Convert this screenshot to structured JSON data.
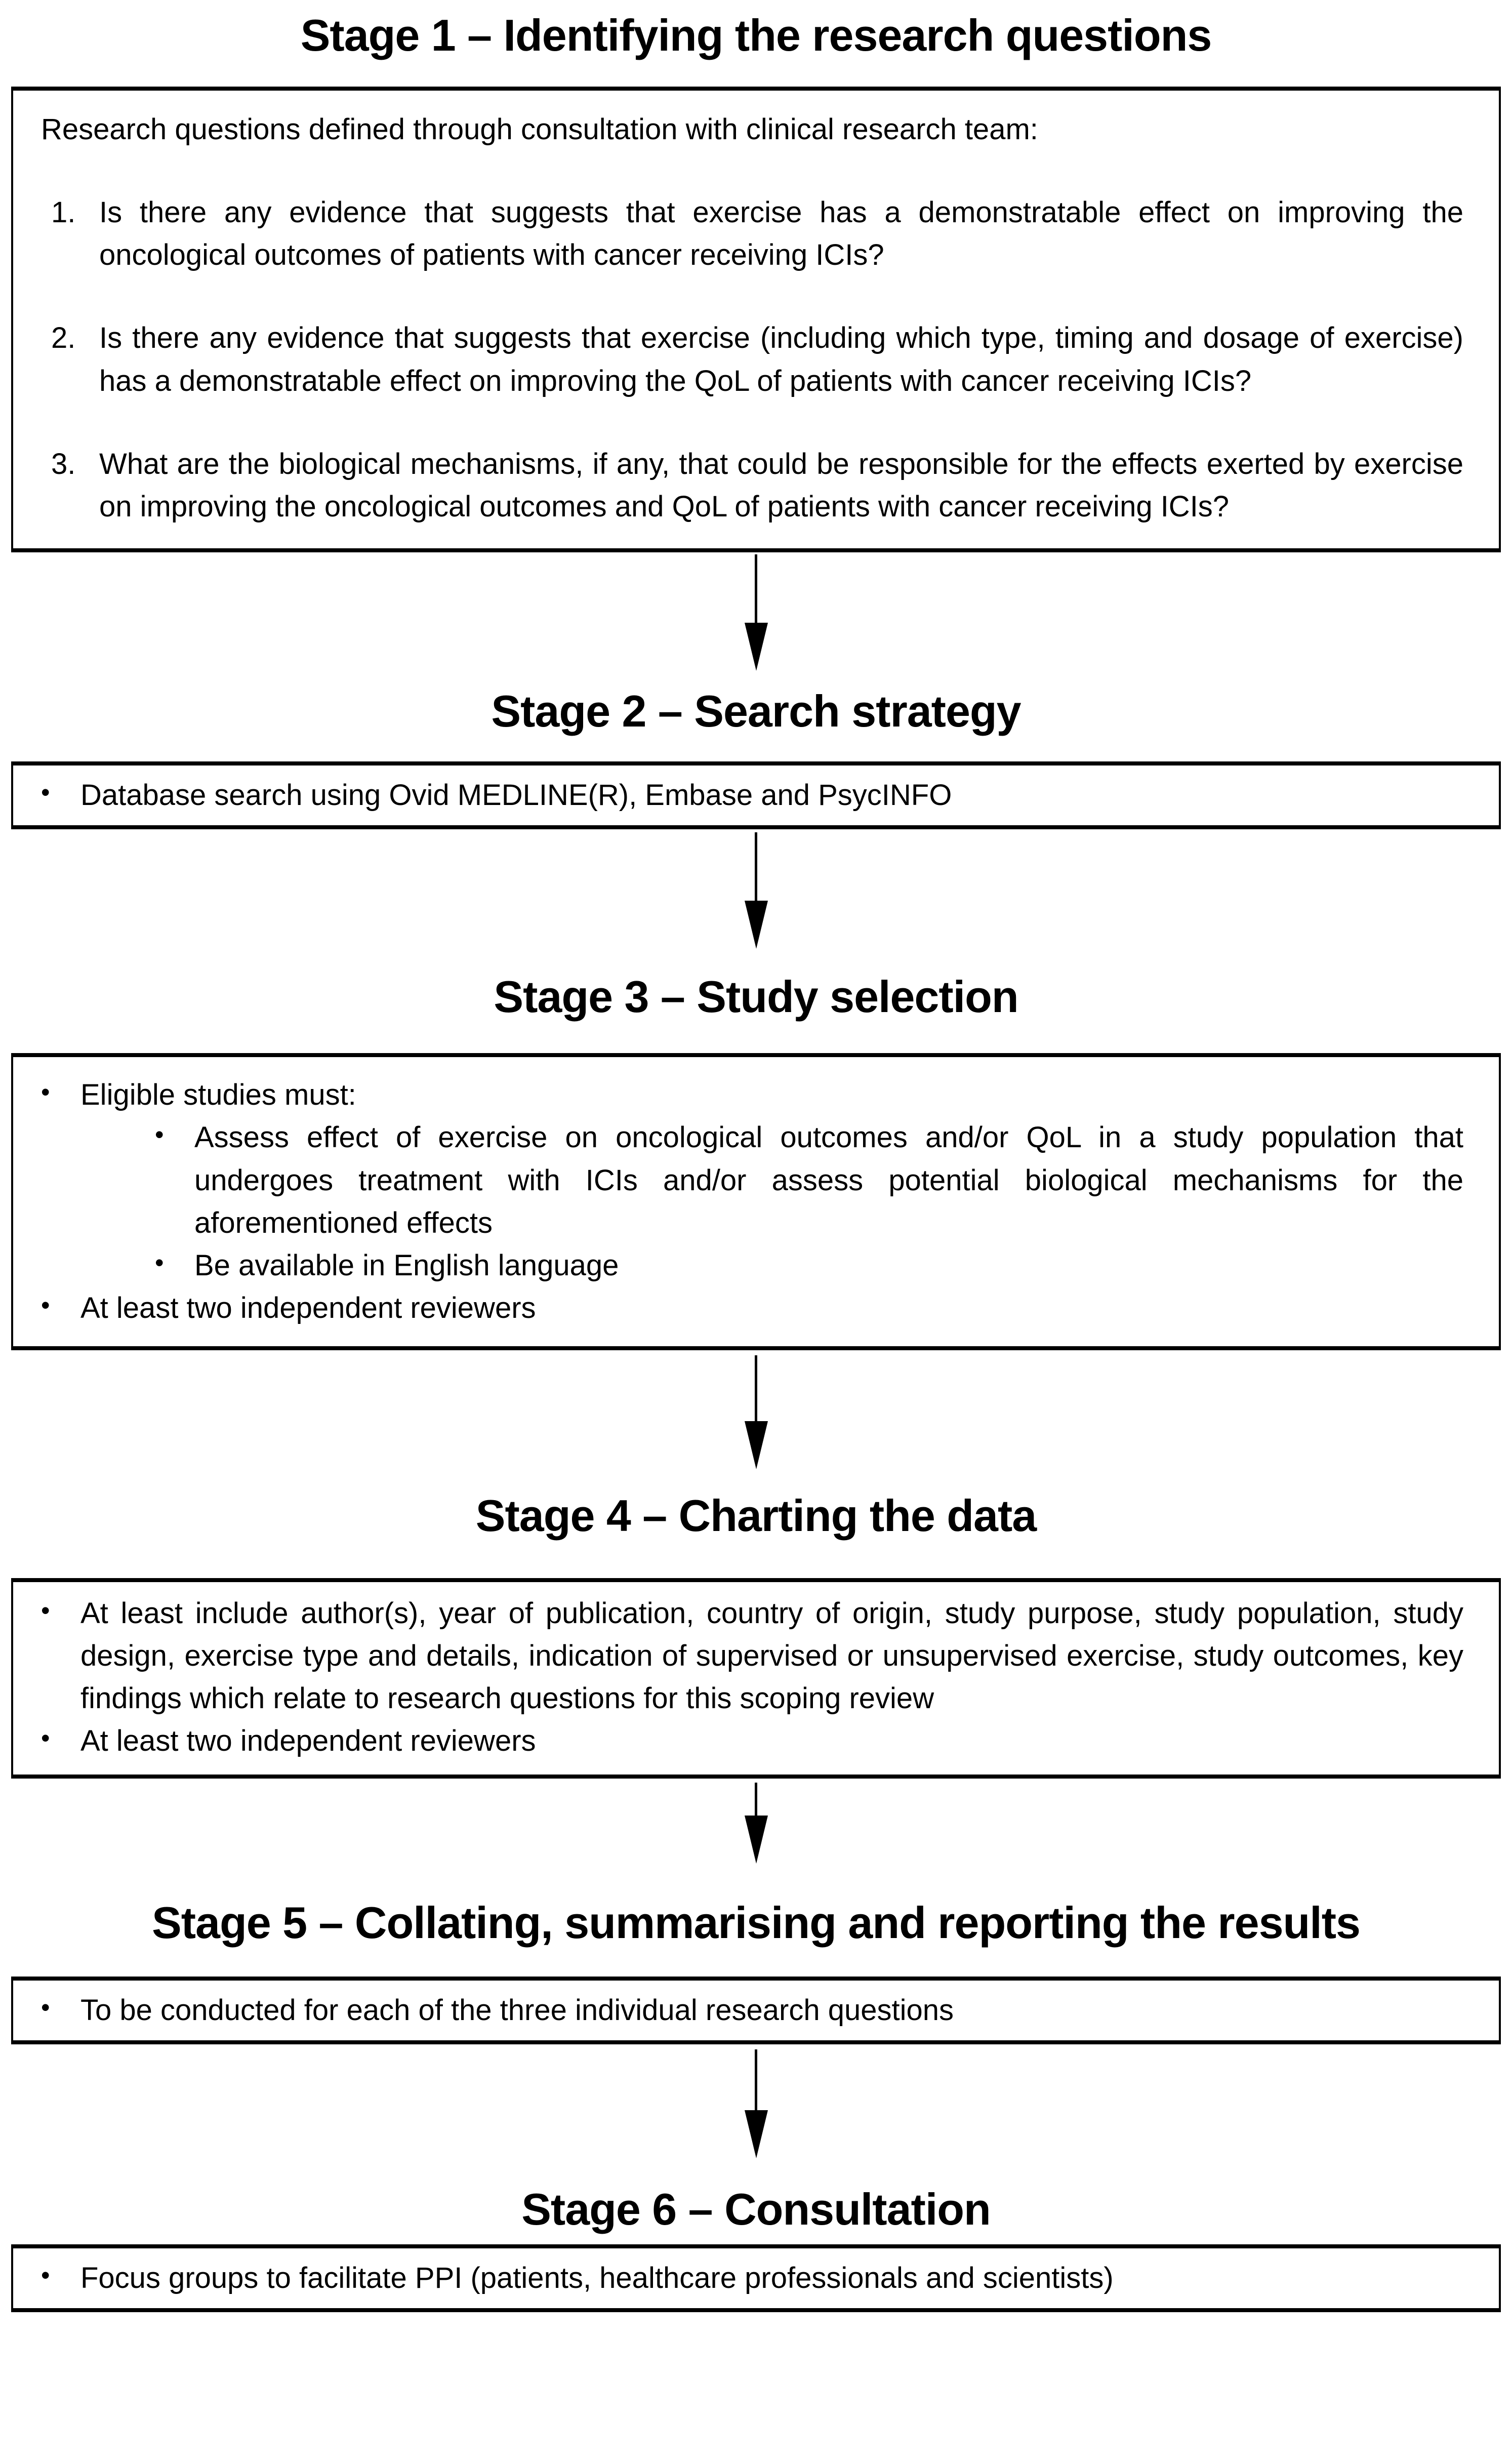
{
  "page": {
    "background": "#ffffff",
    "text_color": "#000000",
    "border_color": "#000000"
  },
  "glyphs": {
    "bullet": "•"
  },
  "stages": [
    {
      "title": "Stage 1 – Identifying the research questions",
      "box": {
        "intro": "Research questions defined through consultation with clinical research team:",
        "items": [
          {
            "marker": "1.",
            "text": "Is there any evidence that suggests that exercise has a demonstratable effect on improving the oncological outcomes of patients with cancer receiving ICIs?"
          },
          {
            "marker": "2.",
            "text": "Is there any evidence that suggests that exercise (including which type, timing and dosage of exercise) has a demonstratable effect on improving the QoL of patients with cancer receiving ICIs?"
          },
          {
            "marker": "3.",
            "text": "What are the biological mechanisms, if any, that could be responsible for the effects exerted by exercise on improving the oncological outcomes and QoL of patients with cancer receiving ICIs?"
          }
        ]
      }
    },
    {
      "title": "Stage 2 – Search strategy",
      "box": {
        "bullets": [
          {
            "text": "Database search using Ovid MEDLINE(R), Embase and PsycINFO"
          }
        ]
      }
    },
    {
      "title": "Stage 3 – Study selection",
      "box": {
        "bullets": [
          {
            "text": "Eligible studies must:",
            "sub_bullets": [
              {
                "text": "Assess effect of exercise on oncological outcomes and/or QoL in a study population that undergoes treatment with ICIs and/or assess potential biological mechanisms for the aforementioned effects"
              },
              {
                "text": "Be available in English language"
              }
            ]
          },
          {
            "text": "At least two independent reviewers"
          }
        ]
      }
    },
    {
      "title": "Stage 4 – Charting the data",
      "box": {
        "bullets": [
          {
            "text": "At least include author(s), year of publication, country of origin, study purpose, study population, study design, exercise type and details, indication of supervised or unsupervised exercise, study outcomes, key findings which relate to research questions for this scoping review"
          },
          {
            "text": "At least two independent reviewers"
          }
        ]
      }
    },
    {
      "title": "Stage 5 – Collating, summarising and reporting the results",
      "box": {
        "bullets": [
          {
            "text": "To be conducted for each of the three individual research questions"
          }
        ]
      }
    },
    {
      "title": "Stage 6 – Consultation",
      "box": {
        "bullets": [
          {
            "text": "Focus groups to facilitate PPI (patients, healthcare professionals and scientists)"
          }
        ]
      }
    }
  ]
}
